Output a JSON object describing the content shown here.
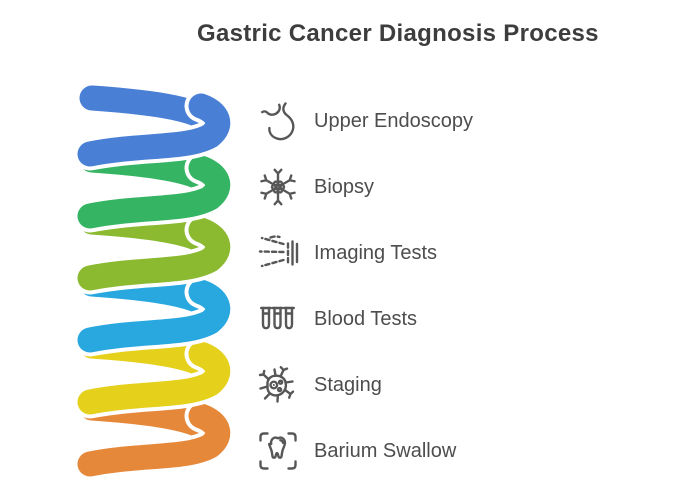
{
  "title": "Gastric Cancer Diagnosis Process",
  "steps": [
    {
      "icon": "stomach-icon",
      "label": "Upper Endoscopy"
    },
    {
      "icon": "biopsy-cell-icon",
      "label": "Biopsy"
    },
    {
      "icon": "xray-imaging-icon",
      "label": "Imaging Tests"
    },
    {
      "icon": "test-tubes-icon",
      "label": "Blood Tests"
    },
    {
      "icon": "cancer-cell-icon",
      "label": "Staging"
    },
    {
      "icon": "tooth-scan-icon",
      "label": "Barium Swallow"
    }
  ],
  "spiral": {
    "colors": [
      "#4a7fd6",
      "#35b563",
      "#8bb930",
      "#29a8df",
      "#e5d01c",
      "#e6883a"
    ]
  },
  "theme": {
    "title_color": "#3d3d3d",
    "label_color": "#4d4d4d",
    "icon_color": "#575757",
    "background": "#ffffff"
  }
}
